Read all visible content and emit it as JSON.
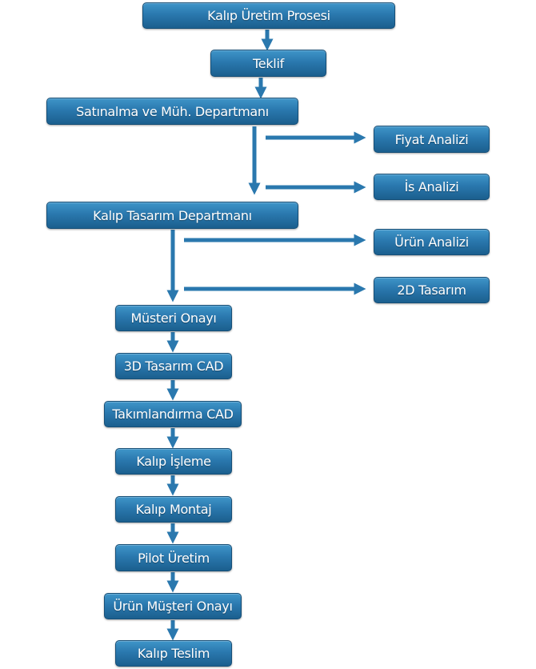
{
  "diagram": {
    "title": "Kalıp Üretim Prosesi",
    "nodes": {
      "teklif": "Teklif",
      "satinalma": "Satınalma ve Müh. Departmanı",
      "fiyat_analizi": "Fiyat Analizi",
      "is_analizi": "İs Analizi",
      "kalip_tasarim": "Kalıp Tasarım Departmanı",
      "urun_analizi": "Ürün Analizi",
      "tasarim_2d": "2D Tasarım",
      "musteri_onayi": "Müsteri Onayı",
      "tasarim_3d": "3D Tasarım CAD",
      "takimlandirma": "Takımlandırma CAD",
      "kalip_isleme": "Kalıp İşleme",
      "kalip_montaj": "Kalıp Montaj",
      "pilot_uretim": "Pilot Üretim",
      "urun_musteri_onayi": "Ürün Müşteri Onayı",
      "kalip_teslim": "Kalıp Teslim"
    },
    "colors": {
      "box": "#2a78ae",
      "arrow": "#2a78ae",
      "text": "#ffffff"
    }
  }
}
